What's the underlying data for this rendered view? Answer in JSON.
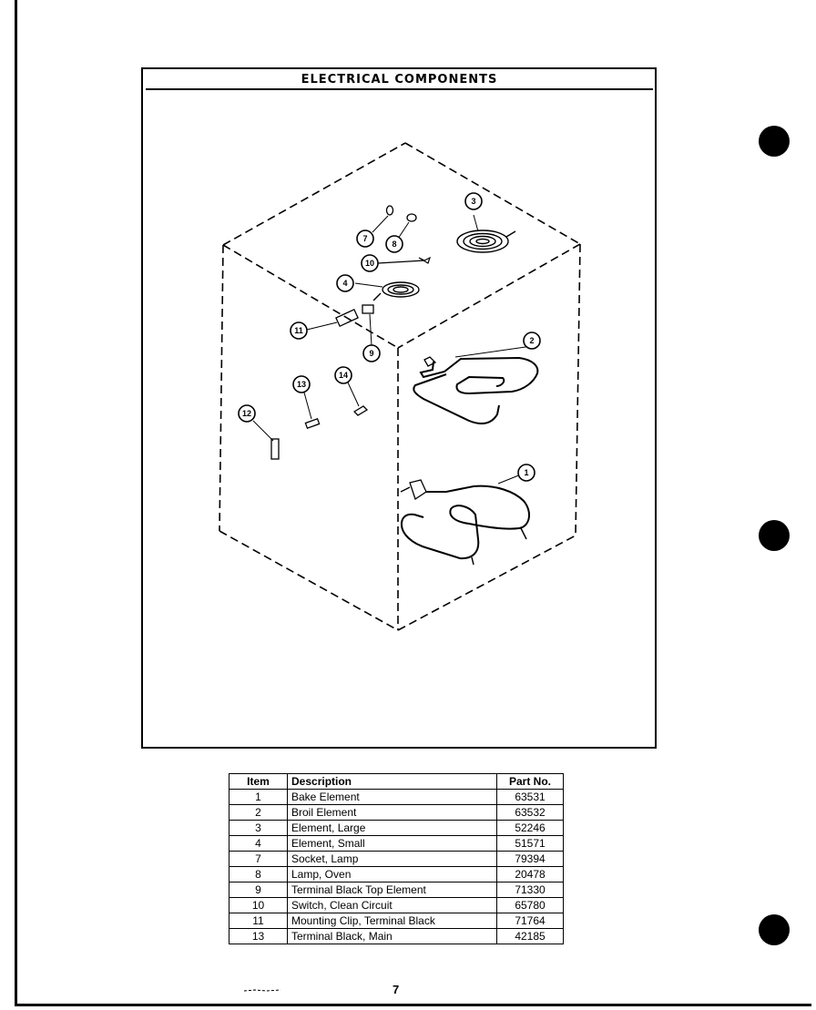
{
  "section_title": "ELECTRICAL COMPONENTS",
  "callouts": [
    "1",
    "2",
    "3",
    "4",
    "7",
    "8",
    "9",
    "10",
    "11",
    "12",
    "13",
    "14"
  ],
  "table": {
    "headers": {
      "item": "Item",
      "description": "Description",
      "part_no": "Part No."
    },
    "rows": [
      {
        "item": "1",
        "description": "Bake Element",
        "part_no": "63531"
      },
      {
        "item": "2",
        "description": "Broil Element",
        "part_no": "63532"
      },
      {
        "item": "3",
        "description": "Element, Large",
        "part_no": "52246"
      },
      {
        "item": "4",
        "description": "Element, Small",
        "part_no": "51571"
      },
      {
        "item": "7",
        "description": "Socket, Lamp",
        "part_no": "79394"
      },
      {
        "item": "8",
        "description": "Lamp, Oven",
        "part_no": "20478"
      },
      {
        "item": "9",
        "description": "Terminal Black Top Element",
        "part_no": "71330"
      },
      {
        "item": "10",
        "description": "Switch, Clean Circuit",
        "part_no": "65780"
      },
      {
        "item": "11",
        "description": "Mounting Clip, Terminal Black",
        "part_no": "71764"
      },
      {
        "item": "13",
        "description": "Terminal Black, Main",
        "part_no": "42185"
      }
    ]
  },
  "page_number": "7"
}
